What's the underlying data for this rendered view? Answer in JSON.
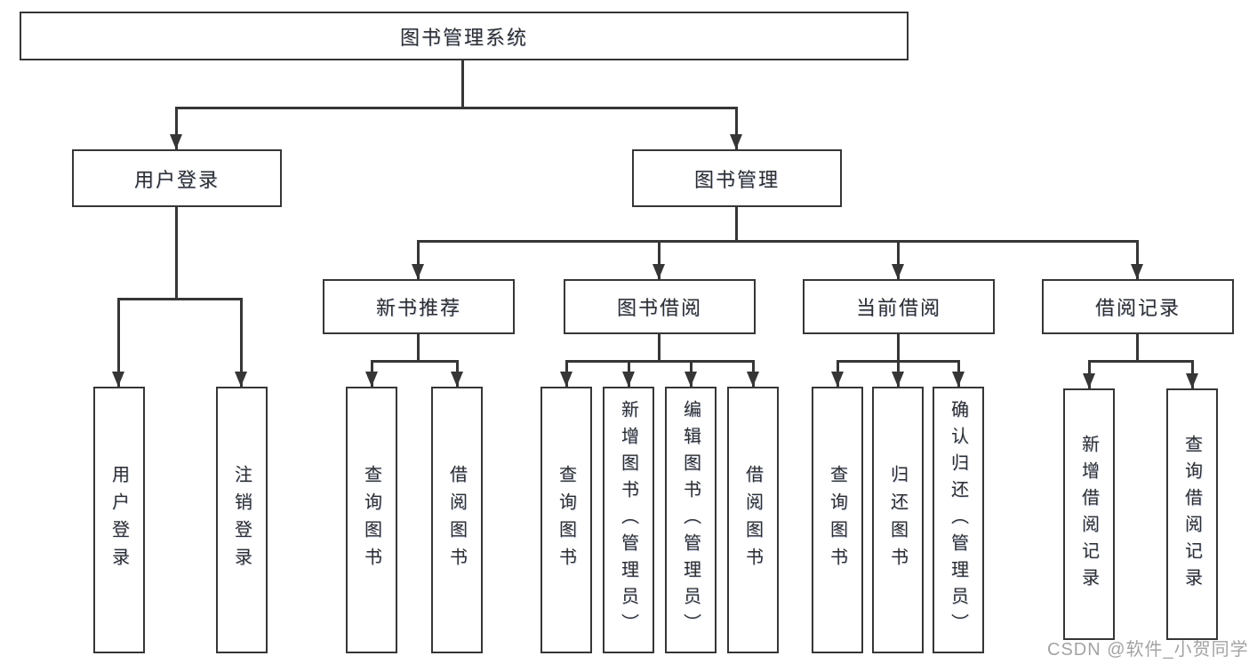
{
  "colors": {
    "background": "#ffffff",
    "line": "#363636",
    "box_border": "#363636",
    "text": "#2d2d2d",
    "watermark": "#9e9ea0"
  },
  "diagram": {
    "root": "图书管理系统",
    "level2": [
      "用户登录",
      "图书管理"
    ],
    "level3": [
      "新书推荐",
      "图书借阅",
      "当前借阅",
      "借阅记录"
    ],
    "leaves_user_login": [
      "用户登录",
      "注销登录"
    ],
    "leaves_new_books": [
      "查询图书",
      "借阅图书"
    ],
    "leaves_book_borrow": [
      "查询图书",
      "新增图书（管理员）",
      "编辑图书（管理员）",
      "借阅图书"
    ],
    "leaves_current_borrow": [
      "查询图书",
      "归还图书",
      "确认归还（管理员）"
    ],
    "leaves_borrow_records": [
      "新增借阅记录",
      "查询借阅记录"
    ],
    "watermark": "CSDN @软件_小贺同学"
  }
}
